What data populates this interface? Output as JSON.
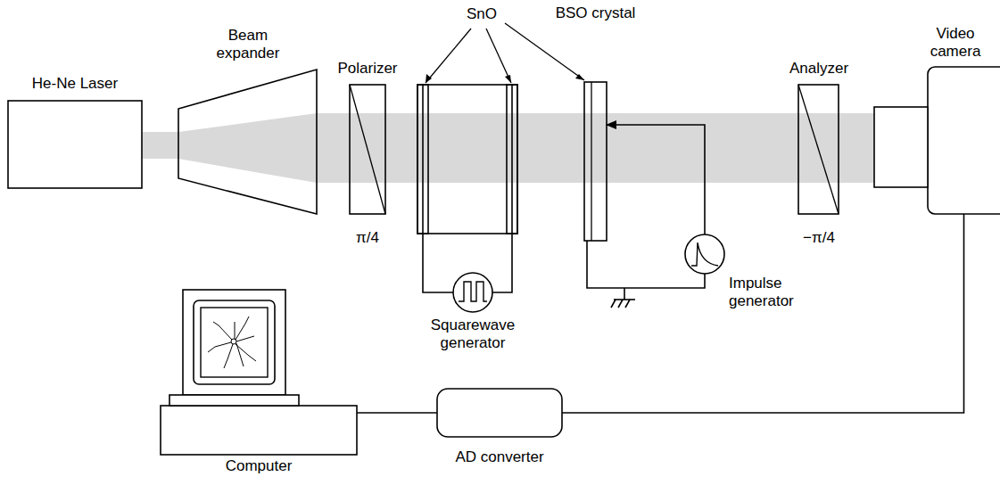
{
  "diagram": {
    "nodes": [
      {
        "text": [
          "He-Ne Laser"
        ]
      },
      {
        "text": [
          "Beam expander"
        ]
      },
      {
        "text": [
          "Polarizer",
          "π/4"
        ]
      },
      {
        "text": [
          "Squarewave generator"
        ]
      },
      {
        "text": [
          "BSO crystal"
        ]
      },
      {
        "text": [
          "Impulse generator"
        ]
      },
      {
        "text": [
          "Analyzer",
          "−π/4"
        ]
      },
      {
        "text": [
          "Video camera"
        ]
      },
      {
        "text": [
          "AD converter"
        ]
      },
      {
        "text": [
          "Computer"
        ]
      }
    ],
    "edges": [
      {
        "from": 5,
        "to": 4,
        "arrow": "to"
      },
      {
        "from": 7,
        "to": 8,
        "arrow": "none"
      },
      {
        "from": 8,
        "to": 9,
        "arrow": "none"
      }
    ],
    "labels": [
      "SnO"
    ]
  }
}
